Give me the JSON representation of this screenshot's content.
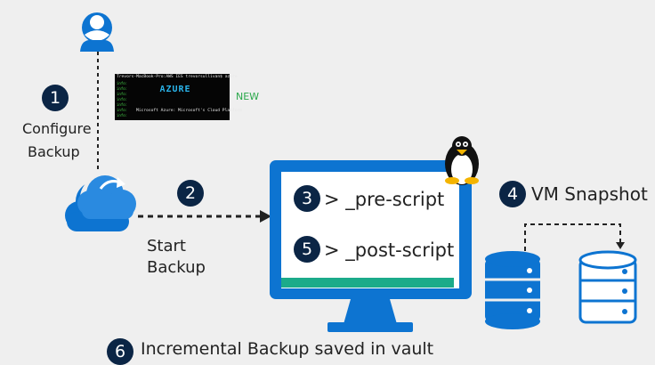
{
  "steps": {
    "s1": "1",
    "s2": "2",
    "s3": "3",
    "s4": "4",
    "s5": "5",
    "s6": "6"
  },
  "labels": {
    "configure": "Configure",
    "backup": "Backup",
    "start": "Start",
    "backup2": "Backup",
    "new": "NEW",
    "snapshot": "VM Snapshot",
    "pre_script": "> _pre-script",
    "post_script": "> _post-script",
    "incremental": "Incremental Backup saved in vault"
  },
  "terminal": {
    "prompt": "Trevors-MacBook-Pro:AWS IES trevorsullivan$ azure",
    "logo": "AZURE",
    "tagline": "Microsoft Azure: Microsoft's Cloud Platform"
  },
  "colors": {
    "background": "#efefef",
    "accent_blue": "#0d74d1",
    "step_badge": "#0b2545",
    "screen_bar": "#1cab8a",
    "new_text": "#2aa84a"
  },
  "icons": {
    "user": "user-icon",
    "cloud": "cloud-backup-icon",
    "linux": "linux-penguin-icon",
    "monitor": "monitor-icon",
    "database": "database-icon"
  }
}
